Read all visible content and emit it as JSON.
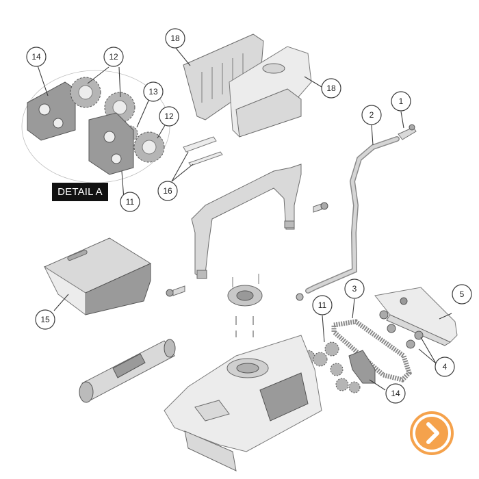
{
  "detail_label": "DETAIL A",
  "callouts": [
    {
      "id": "c1",
      "label": "1"
    },
    {
      "id": "c2",
      "label": "2"
    },
    {
      "id": "c3",
      "label": "3"
    },
    {
      "id": "c4",
      "label": "4"
    },
    {
      "id": "c5",
      "label": "5"
    },
    {
      "id": "c11a",
      "label": "11"
    },
    {
      "id": "c11b",
      "label": "11"
    },
    {
      "id": "c12a",
      "label": "12"
    },
    {
      "id": "c12b",
      "label": "12"
    },
    {
      "id": "c13",
      "label": "13"
    },
    {
      "id": "c14a",
      "label": "14"
    },
    {
      "id": "c14b",
      "label": "14"
    },
    {
      "id": "c15",
      "label": "15"
    },
    {
      "id": "c16",
      "label": "16"
    },
    {
      "id": "c18a",
      "label": "18"
    },
    {
      "id": "c18b",
      "label": "18"
    }
  ],
  "next_button": {
    "icon": "chevron-right-icon",
    "color": "#f5a24c"
  }
}
